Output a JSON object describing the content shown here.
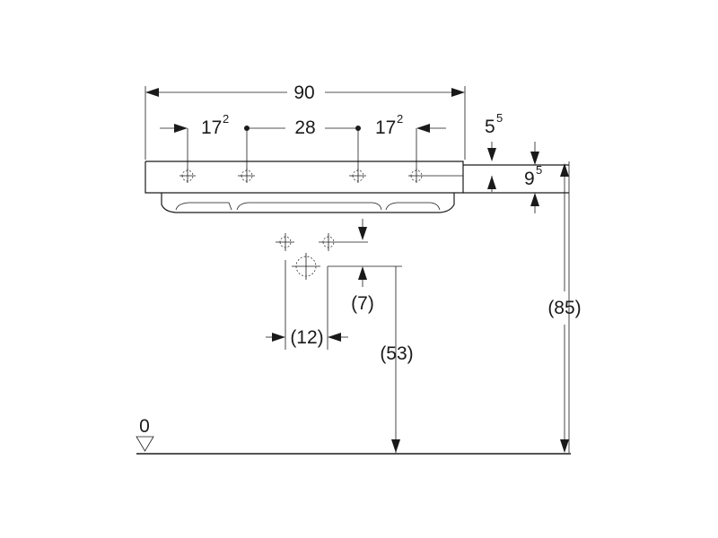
{
  "dimensions": {
    "overall_width": {
      "main": "90"
    },
    "left_hole_spacing": {
      "main": "17",
      "sup": "2"
    },
    "center_hole_spacing": {
      "main": "28"
    },
    "right_hole_spacing": {
      "main": "17",
      "sup": "2"
    },
    "top_rim_depth": {
      "main": "5",
      "sup": "5"
    },
    "side_thickness": {
      "main": "9",
      "sup": "5"
    },
    "total_height": {
      "main": "(85)"
    },
    "waste_offset": {
      "main": "(7)"
    },
    "waste_spacing": {
      "main": "(12)"
    },
    "waste_height": {
      "main": "(53)"
    },
    "floor_level": {
      "main": "0"
    }
  }
}
